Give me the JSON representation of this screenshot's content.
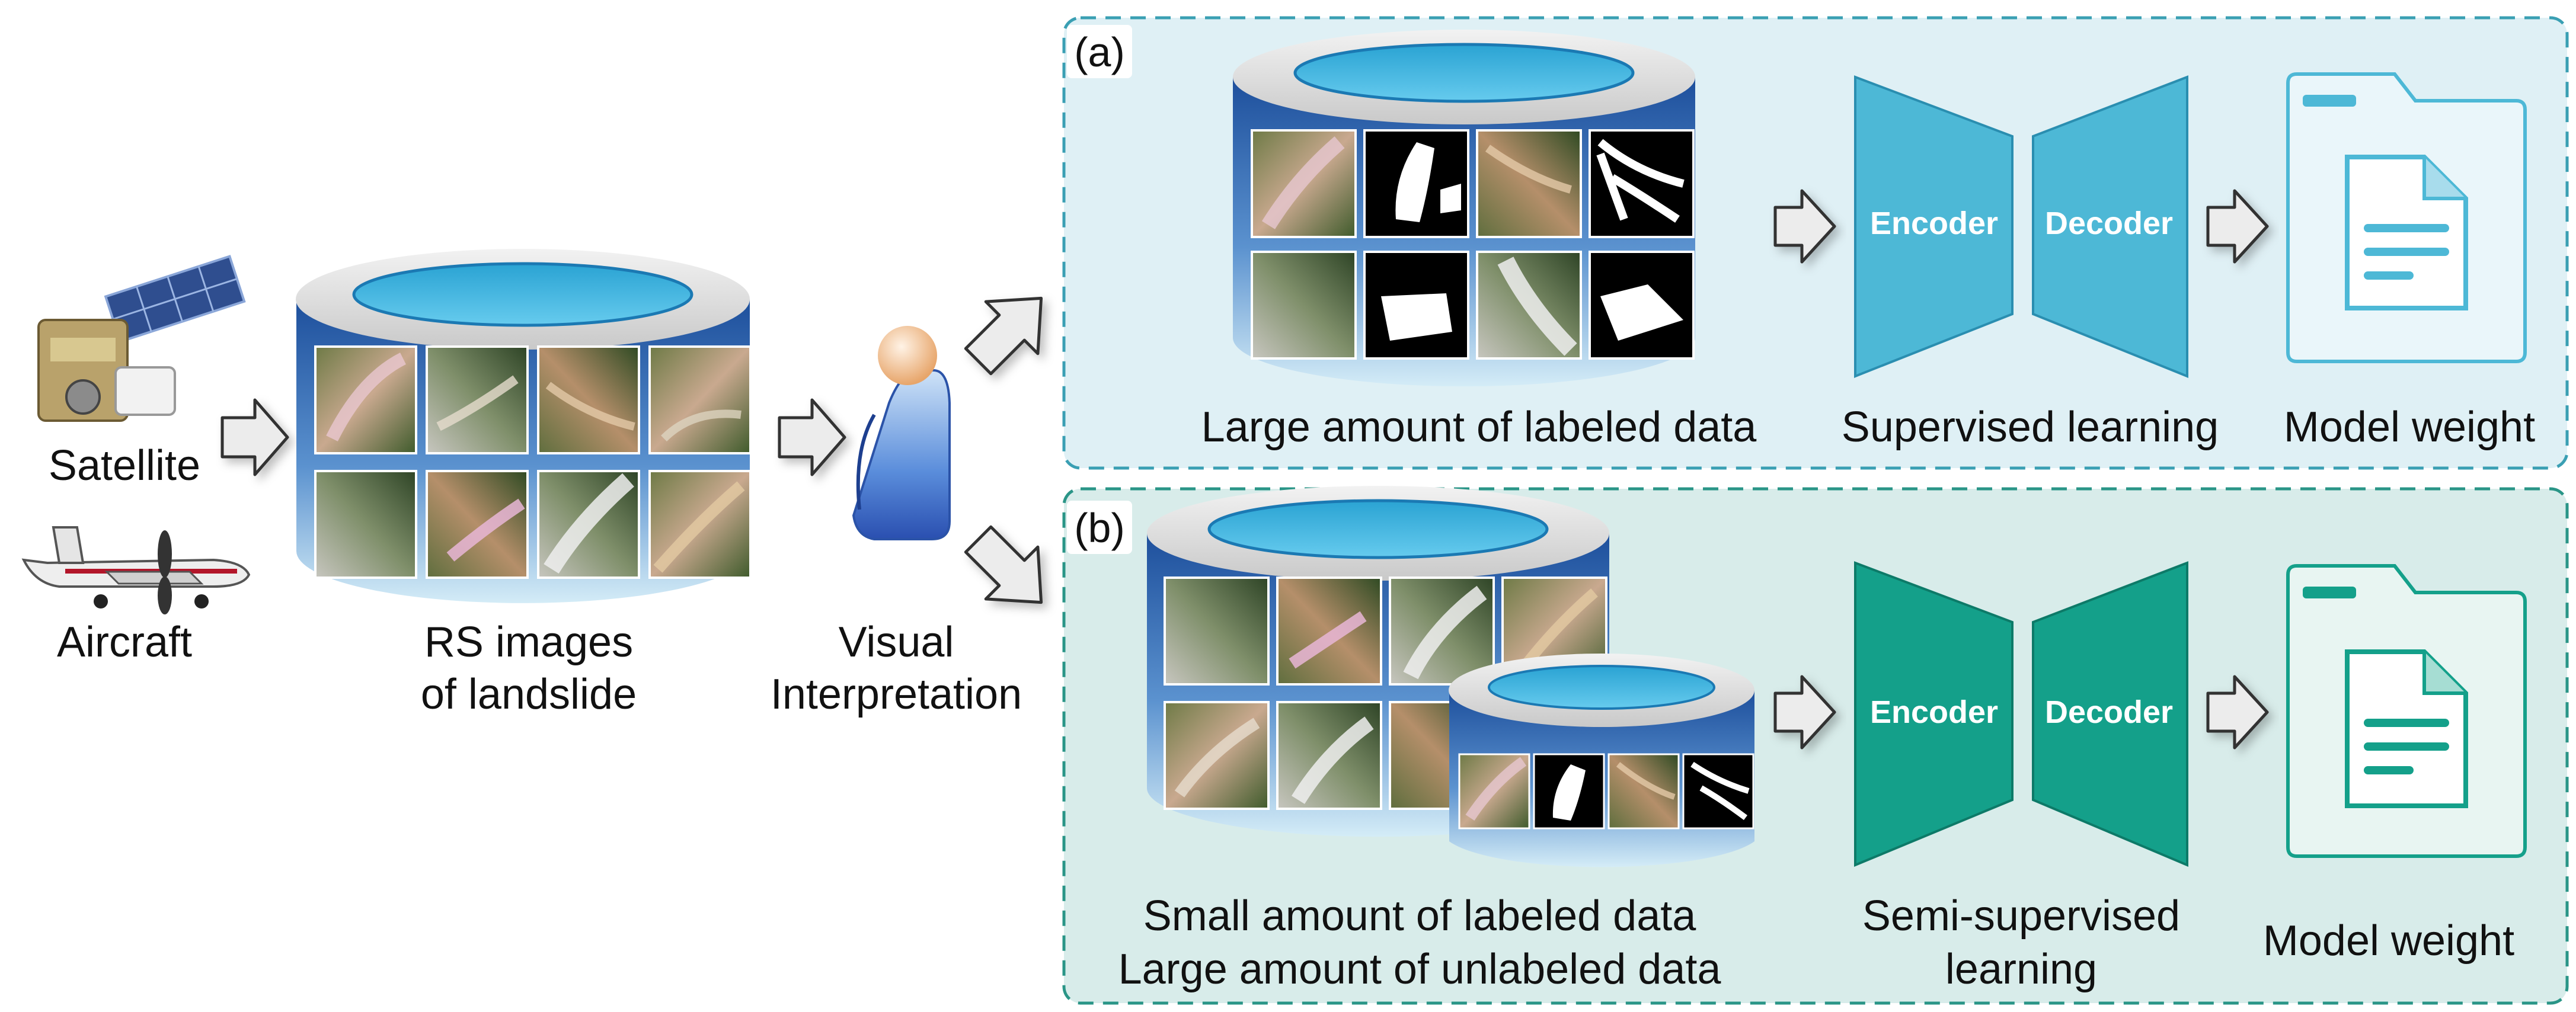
{
  "sources": {
    "satellite_label": "Satellite",
    "aircraft_label": "Aircraft"
  },
  "rs_images": {
    "line1": "RS images",
    "line2": "of landslide"
  },
  "interpretation": {
    "line1": "Visual",
    "line2": "Interpretation"
  },
  "panel_a": {
    "tag": "(a)",
    "data_label": "Large amount of labeled data",
    "encoder": "Encoder",
    "decoder": "Decoder",
    "learning_label": "Supervised learning",
    "output_label": "Model weight",
    "accent_color": "#4db8d6",
    "background": "#dff0f5"
  },
  "panel_b": {
    "tag": "(b)",
    "data_label_line1": "Small amount of labeled data",
    "data_label_line2": "Large amount of unlabeled data",
    "encoder": "Encoder",
    "decoder": "Decoder",
    "learning_line1": "Semi-supervised",
    "learning_line2": "learning",
    "output_label": "Model weight",
    "accent_color": "#14a08a",
    "background": "#d8ecea"
  }
}
